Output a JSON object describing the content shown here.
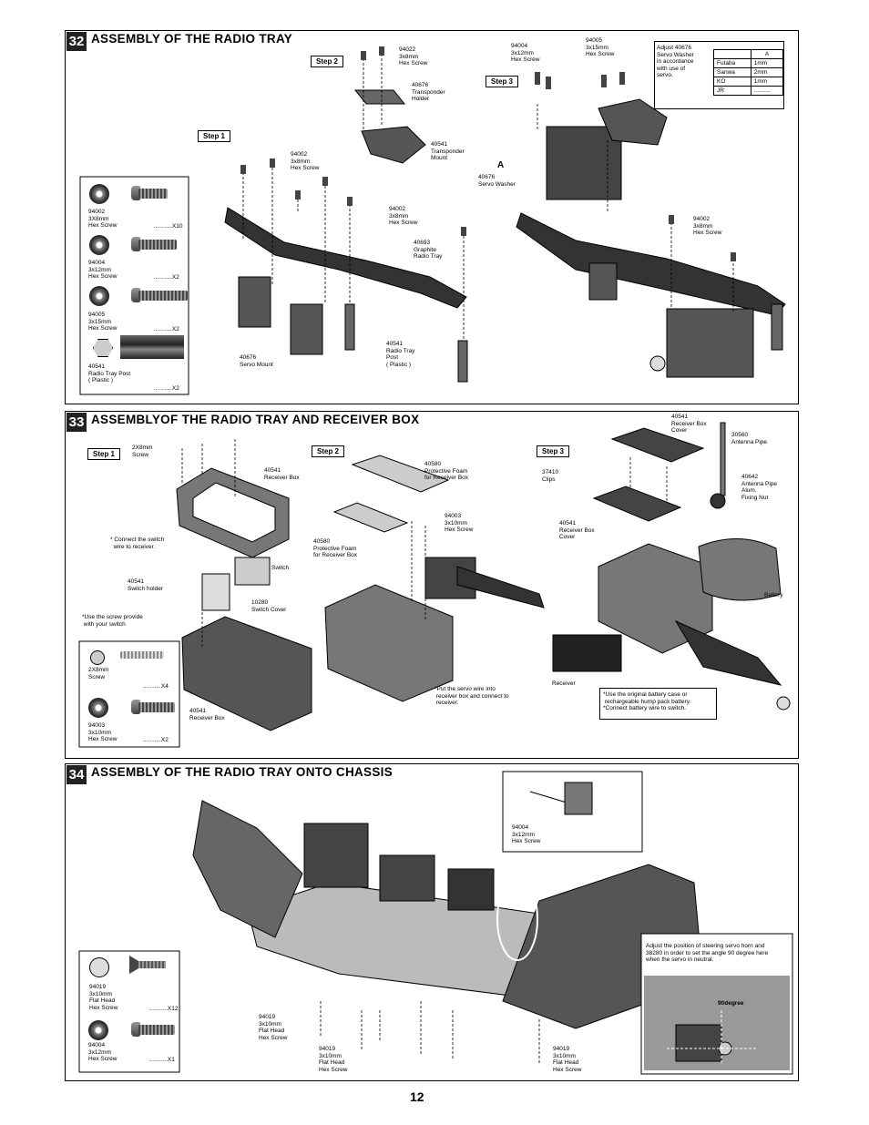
{
  "page_number": "12",
  "s32": {
    "num": "32",
    "title": "ASSEMBLY OF THE RADIO TRAY",
    "step1": "Step 1",
    "step2": "Step 2",
    "step3": "Step 3",
    "labels": {
      "a": "94022\n3x8mm\nHex Screw",
      "b": "40676\nTransponder\nHolder",
      "c": "40541\nTransponder\nMount",
      "d": "94002\n3x8mm\nHex Screw",
      "e": "94002\n3x8mm\nHex Screw",
      "f": "40693\nGraphite\nRadio Tray",
      "g": "40676\nServo Mount",
      "h": "40541\nRadio Tray\nPost\n( Plastic )",
      "i": "94004\n3x12mm\nHex Screw",
      "j": "94005\n3x15mm\nHex Screw",
      "k": "A",
      "l": "40676\nServo Washer",
      "m": "94002\n3x8mm\nHex Screw"
    },
    "adjust_note": "Adjust 40676\nServo Washer\nin accordance\nwith use of\nservo.",
    "servo_table": {
      "header": "A",
      "rows": [
        {
          "brand": "Futaba",
          "value": "1mm"
        },
        {
          "brand": "Sanwa",
          "value": "2mm"
        },
        {
          "brand": "KO",
          "value": "1mm"
        },
        {
          "brand": "JR",
          "value": ".........."
        }
      ]
    },
    "parts": [
      {
        "label": "94002\n3X8mm\nHex Screw",
        "qty": "...........X10"
      },
      {
        "label": "94004\n3x12mm\nHex Screw",
        "qty": "...........X2"
      },
      {
        "label": "94005\n3x15mm\nHex Screw",
        "qty": "...........X2"
      },
      {
        "label": "40541\nRadio Tray Post\n( Plastic )",
        "qty": "...........X2"
      }
    ]
  },
  "s33": {
    "num": "33",
    "title": "ASSEMBLYOF THE RADIO TRAY AND RECEIVER BOX",
    "step1": "Step 1",
    "step2": "Step 2",
    "step3": "Step 3",
    "labels": {
      "a": "2X8mm\nScrew",
      "b": "40541\nReceiver Box",
      "c": "* Connect the switch\n  wire to receiver.",
      "d": "Switch",
      "e": "40541\nSwitch holder",
      "f": "10280\nSwitch Cover",
      "g": "*Use the screw provide\n with your switch",
      "h": "40541\nReceiver Box",
      "i": "40580\nProtective Foam\nfor Receiver Box",
      "j": "40580\nProtective Foam\nfor Receiver Box",
      "k": "94003\n3x10mm\nHex Screw",
      "l": "*Put the servo wire into\n receiver box and connect to\n receiver.",
      "m": "40541\nReceiver Box\nCover",
      "n": "30560\nAntenna Pipe",
      "o": "37410\nClips",
      "p": "40642\nAntenna Pipe\nAlum.\nFixing Nut",
      "q": "40541\nReceiver Box\nCover",
      "r": "Battery",
      "s": "Receiver",
      "t": "*Use the original battery case or\n rechargeable hump pack battery.\n*Connect battery wire to switch."
    },
    "parts": [
      {
        "label": "2X8mm\nScrew",
        "qty": "...........X4"
      },
      {
        "label": "94003\n3x10mm\nHex Screw",
        "qty": "...........X2"
      }
    ]
  },
  "s34": {
    "num": "34",
    "title": "ASSEMBLY OF THE RADIO TRAY ONTO CHASSIS",
    "labels": {
      "a": "94004\n3x12mm\nHex Screw",
      "b": "94019\n3x10mm\nFlat Head\nHex Screw",
      "c": "94019\n3x10mm\nFlat Head\nHex Screw",
      "d": "94019\n3x10mm\nFlat Head\nHex Screw"
    },
    "steer_note": "Adjust the position of steering servo horn and\n38280 in order to set the angle 90 degree here\nwhen the servo in neutral.",
    "degree": "90degree",
    "parts": [
      {
        "label": "94019\n3x10mm\nFlat Head\nHex Screw",
        "qty": "...........X12"
      },
      {
        "label": "94004\n3x12mm\nHex Screw",
        "qty": "...........X1"
      }
    ]
  }
}
